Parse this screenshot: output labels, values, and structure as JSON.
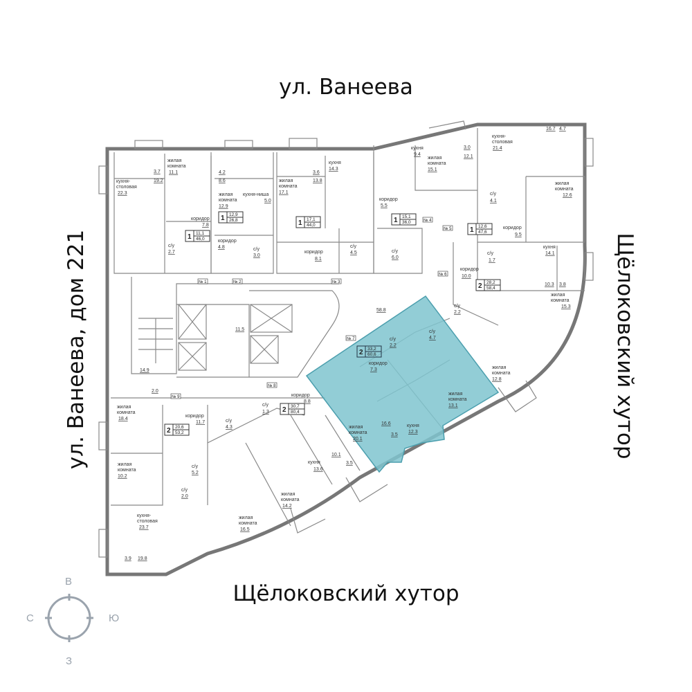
{
  "streets": {
    "top": "ул. Ванеева",
    "left": "ул. Ванеева, дом 221",
    "right": "Щёлоковский хутор",
    "bottom": "Щёлоковский хутор"
  },
  "compass": {
    "north": "С",
    "east": "В",
    "south": "Ю",
    "west": "З"
  },
  "highlight_color": "#7fc4cf",
  "labels": {
    "living": [
      "жилая",
      "комната"
    ],
    "kitchen": "кухня",
    "kitchen_dining": [
      "кухня-",
      "столовая"
    ],
    "kitchen_niche": "кухня-ниша",
    "corridor": "коридор",
    "bathroom": "с/у"
  },
  "apartments": [
    {
      "rooms": "1",
      "living": "11,1",
      "total": "46,0",
      "areas": {
        "living": "11.1",
        "kitchen": "22.3",
        "b1": "3.7",
        "b2": "19.2",
        "corridor": "7.8",
        "wc": "2.7"
      }
    },
    {
      "rooms": "1",
      "living": "12,9",
      "total": "26,8",
      "areas": {
        "b1": "4.2",
        "b2": "8.6",
        "living": "12.9",
        "kitchen": "5.0",
        "corridor": "4.8",
        "wc": "3.0"
      }
    },
    {
      "rooms": "1",
      "living": "17,1",
      "total": "44,0",
      "areas": {
        "kitchen": "14.3",
        "b1": "3.6",
        "b2": "13.8",
        "living": "17.1",
        "corridor": "8.1",
        "wc": "4.5"
      }
    },
    {
      "rooms": "1",
      "living": "15,1",
      "total": "36,0",
      "areas": {
        "kitchen": "9.4",
        "living": "15.1",
        "b1": "3.0",
        "b2": "12.1",
        "corridor": "5.5",
        "wc": "6.0"
      }
    },
    {
      "rooms": "1",
      "living": "12,6",
      "total": "47,6",
      "areas": {
        "kitchen": "21.4",
        "b1": "16.7",
        "b2": "4.7",
        "wc": "4.1",
        "living": "12.6",
        "corridor": "9.5"
      }
    },
    {
      "rooms": "2",
      "living": "28,2",
      "total": "58,4",
      "areas": {
        "kitchen": "14.1",
        "wc": "1.7",
        "corridor": "10.0",
        "b1": "10.3",
        "b2": "3.8",
        "living1": "15.3",
        "wc2": "2.2",
        "living2": "12.8"
      }
    },
    {
      "rooms": "2",
      "living": "33,2",
      "total": "60,6",
      "selected": true,
      "areas": {
        "wc": "2.2",
        "wc2": "4.7",
        "corridor": "7.3",
        "living1": "13.1",
        "b1": "16.6",
        "kitchen": "12.3",
        "living2": "20.1",
        "b2": "3.5"
      }
    },
    {
      "rooms": "2",
      "living": "30,7",
      "total": "80,4",
      "areas": {
        "corridor": "8.8",
        "wc": "1.3",
        "wc2": "4.3",
        "kitchen": "13.6",
        "b1": "10.1",
        "b2": "3.5",
        "living1": "14.2",
        "living2": "16.5"
      }
    },
    {
      "rooms": "2",
      "living": "20,6",
      "total": "53,2",
      "areas": {
        "living1": "18.4",
        "corridor": "11.7",
        "living2": "10.2",
        "wc": "5.2",
        "wc2": "2.0",
        "kitchen": "23.7",
        "b1": "3.9",
        "b2": "19.8"
      }
    }
  ],
  "common_areas": {
    "hall": "58.8",
    "lift_lobby": "11.5",
    "stair": "14.9",
    "vestibule": "2.0"
  },
  "unit_numbers": [
    "№ 1",
    "№ 2",
    "№ 3",
    "№ 4",
    "№ 5",
    "№ 6",
    "№ 7",
    "№ 8",
    "№ 9"
  ]
}
